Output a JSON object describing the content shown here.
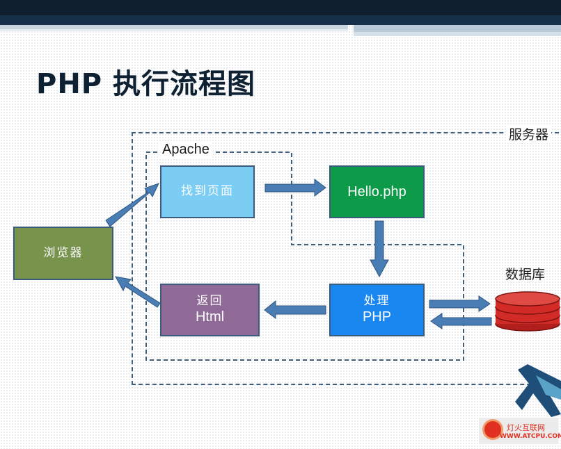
{
  "title": "PHP 执行流程图",
  "regions": {
    "server_label": "服务器",
    "apache_label": "Apache"
  },
  "nodes": {
    "browser": {
      "label": "浏览器",
      "color": "#77934c"
    },
    "find_page": {
      "label": "找到页面",
      "color": "#7ccdf4"
    },
    "hello_php": {
      "label": "Hello.php",
      "color": "#0e9b49"
    },
    "process": {
      "line1": "处理",
      "line2": "PHP",
      "color": "#1a87f0"
    },
    "return_html": {
      "line1": "返回",
      "line2": "Html",
      "color": "#8f6a97"
    }
  },
  "database": {
    "label": "数据库",
    "color": "#d22a26"
  },
  "watermark": {
    "line1": "灯火互联网",
    "line2": "WWW.ATCPU.COM"
  },
  "colors": {
    "arrow": "#4a7db3",
    "dash": "#3f5e7a",
    "title": "#0e2133"
  }
}
